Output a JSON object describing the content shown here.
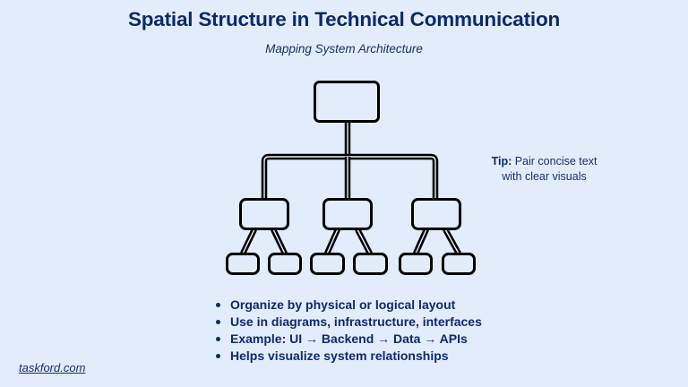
{
  "slide": {
    "title": "Spatial Structure in Technical Communication",
    "subtitle": "Mapping System Architecture"
  },
  "diagram": {
    "description": "Hierarchy tree: 1 root node, 3 child nodes, 6 leaf nodes (2 per child)",
    "root_count": 1,
    "child_count": 3,
    "leaves_per_child": 2
  },
  "tip": {
    "label": "Tip:",
    "line1": " Pair concise text",
    "line2": "with clear visuals"
  },
  "bullets": [
    "Organize by physical or logical layout",
    "Use in diagrams, infrastructure, interfaces",
    "Example: UI → Backend → Data → APIs",
    "Helps visualize system relationships"
  ],
  "footer": {
    "link": "taskford.com"
  },
  "colors": {
    "background": "#e3ecfb",
    "title": "#0b2a6b",
    "text": "#0d2a6c",
    "diagram_stroke": "#000000"
  }
}
